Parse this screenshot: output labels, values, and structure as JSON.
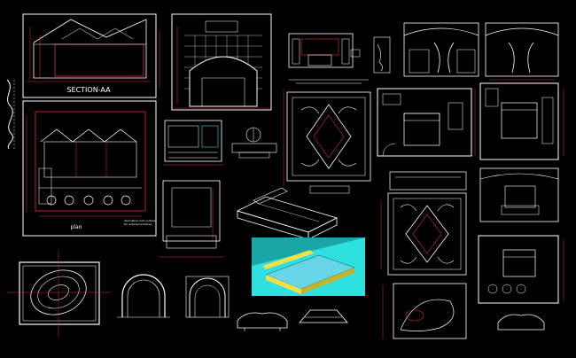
{
  "drawing": {
    "section_title": "SECTION-AA",
    "plan_label": "plan",
    "plan_note_line1": "decorative rock surface",
    "plan_note_line2": "for exposed surfaces"
  },
  "colors": {
    "background": "#000000",
    "line_white": "#ffffff",
    "line_red": "#e0302a",
    "line_yellow": "#e8d84a",
    "line_cyan": "#40d8e8",
    "render_floor": "#2ee0e0",
    "render_wall": "#1aa6a6",
    "render_bed": "#f2e04a",
    "render_mattress": "#67d6e8"
  }
}
